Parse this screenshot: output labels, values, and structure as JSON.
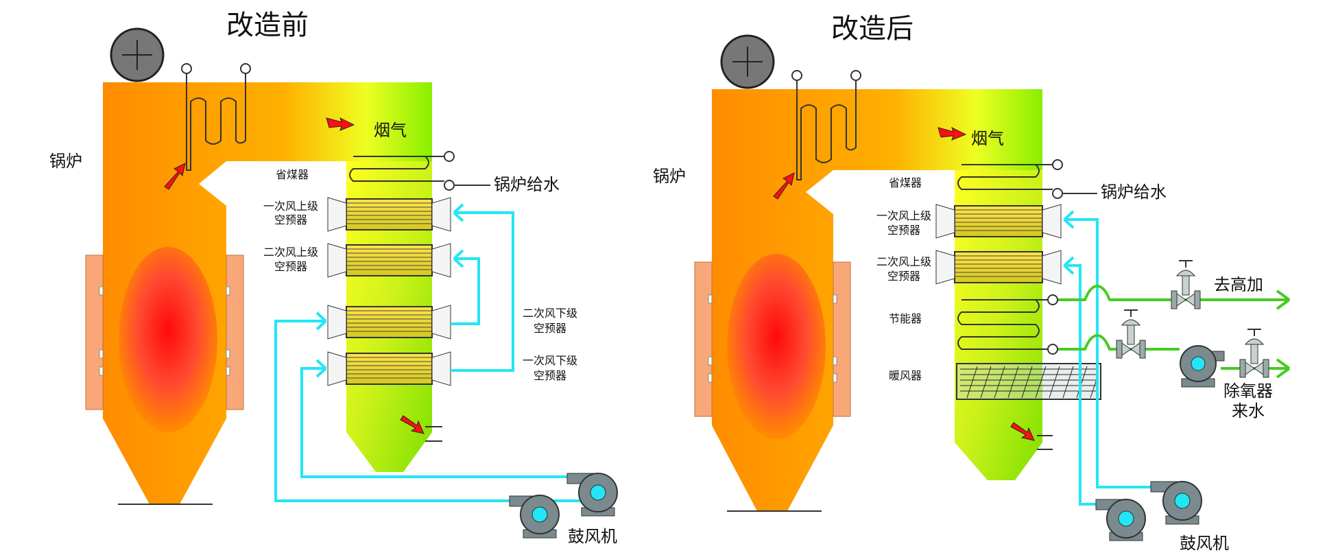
{
  "before": {
    "title": "改造前",
    "boiler": "锅炉",
    "flue_gas": "烟气",
    "economizer": "省煤器",
    "feedwater": "锅炉给水",
    "primary_upper": [
      "一次风上级",
      "空预器"
    ],
    "secondary_upper": [
      "二次风上级",
      "空预器"
    ],
    "secondary_lower": [
      "二次风下级",
      "空预器"
    ],
    "primary_lower": [
      "一次风下级",
      "空预器"
    ],
    "fan": "鼓风机"
  },
  "after": {
    "title": "改造后",
    "boiler": "锅炉",
    "flue_gas": "烟气",
    "economizer": "省煤器",
    "feedwater": "锅炉给水",
    "primary_upper": [
      "一次风上级",
      "空预器"
    ],
    "secondary_upper": [
      "二次风上级",
      "空预器"
    ],
    "energy_saver": "节能器",
    "air_heater": "暖风器",
    "to_hp_heater": "去高加",
    "deaerator_water": [
      "除氧器",
      "来水"
    ],
    "fan": "鼓风机"
  },
  "colors": {
    "boiler_orange": "#ff8c00",
    "gas_green": "#88ee00",
    "air_cyan": "#22e6f6",
    "water_green": "#44cc22",
    "flame_red": "#ff2a1a",
    "arrow_red": "#ff1010"
  }
}
